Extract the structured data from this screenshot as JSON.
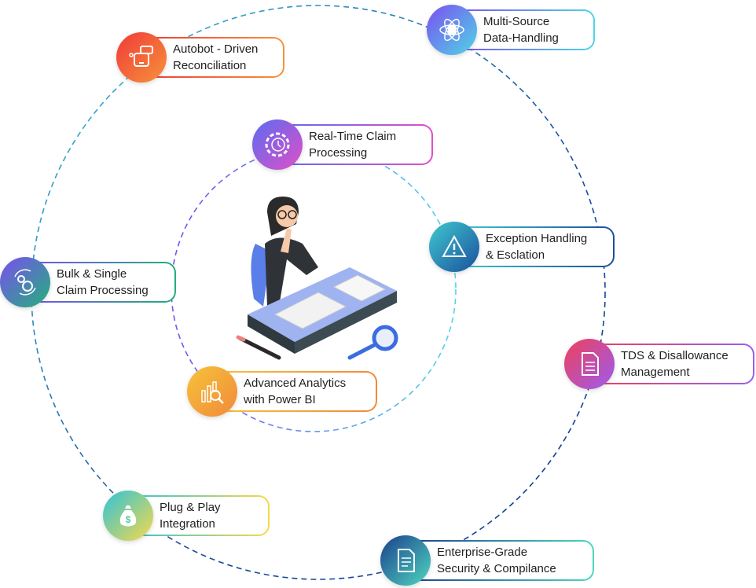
{
  "diagram": {
    "center_illustration": "person-thinking-at-desk-with-magnifier",
    "items": [
      {
        "label_line1": "Autobot - Driven",
        "label_line2": "Reconciliation",
        "icon": "robot-chat-icon",
        "colors": [
          "#f03a3a",
          "#f7923a"
        ]
      },
      {
        "label_line1": "Multi-Source",
        "label_line2": "Data-Handling",
        "icon": "atom-database-icon",
        "colors": [
          "#7b4ff0",
          "#4fd6e6"
        ]
      },
      {
        "label_line1": "Real-Time Claim",
        "label_line2": "Processing",
        "icon": "gear-clock-icon",
        "colors": [
          "#5a6cf0",
          "#e04fc8"
        ]
      },
      {
        "label_line1": "Exception Handling",
        "label_line2": "& Esclation",
        "icon": "warning-icon",
        "colors": [
          "#3fc9d0",
          "#1b4f9c"
        ]
      },
      {
        "label_line1": "Bulk & Single",
        "label_line2": "Claim Processing",
        "icon": "gears-cycle-icon",
        "colors": [
          "#7b4ff0",
          "#22b07a"
        ]
      },
      {
        "label_line1": "TDS & Disallowance",
        "label_line2": "Management",
        "icon": "document-icon",
        "colors": [
          "#f0405a",
          "#9b5cf0"
        ]
      },
      {
        "label_line1": "Advanced Analytics",
        "label_line2": "with Power BI",
        "icon": "chart-magnifier-icon",
        "colors": [
          "#f7c23a",
          "#f08a3a"
        ]
      },
      {
        "label_line1": "Plug & Play",
        "label_line2": "Integration",
        "icon": "money-bag-icon",
        "colors": [
          "#2fc3d8",
          "#f7d94a"
        ]
      },
      {
        "label_line1": "Enterprise-Grade",
        "label_line2": "Security & Compilance",
        "icon": "file-text-icon",
        "colors": [
          "#1b3f8c",
          "#4fd6c0"
        ]
      }
    ]
  }
}
